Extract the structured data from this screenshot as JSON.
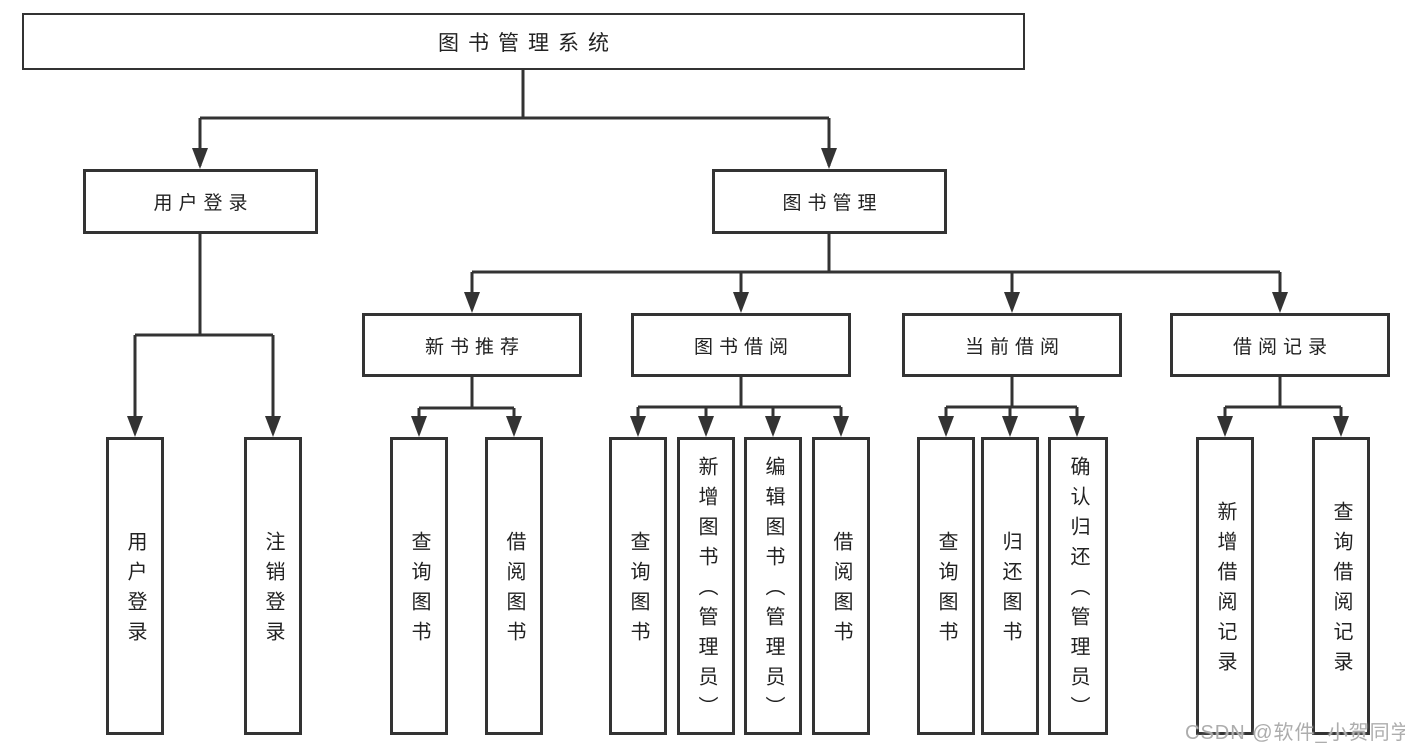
{
  "diagram": {
    "colors": {
      "background": "#ffffff",
      "line": "#333333",
      "text": "#222222",
      "watermark": "#adadad"
    },
    "watermark": "CSDN @软件_小贺同学",
    "nodes": {
      "root": {
        "label": "图书管理系统"
      },
      "level2": {
        "user_login": {
          "label": "用户登录"
        },
        "book_management": {
          "label": "图书管理"
        }
      },
      "level3": {
        "new_book_recommend": {
          "label": "新书推荐"
        },
        "book_borrow": {
          "label": "图书借阅"
        },
        "current_borrow": {
          "label": "当前借阅"
        },
        "borrow_record": {
          "label": "借阅记录"
        }
      },
      "leaves": {
        "user_login": {
          "label": "用户登录"
        },
        "logout": {
          "label": "注销登录"
        },
        "nbr_query_book": {
          "label": "查询图书"
        },
        "nbr_borrow_book": {
          "label": "借阅图书"
        },
        "bb_query_book": {
          "label": "查询图书"
        },
        "bb_add_book": {
          "label": "新增图书（管理员）"
        },
        "bb_edit_book": {
          "label": "编辑图书（管理员）"
        },
        "bb_borrow_book": {
          "label": "借阅图书"
        },
        "cb_query_book": {
          "label": "查询图书"
        },
        "cb_return_book": {
          "label": "归还图书"
        },
        "cb_confirm_return": {
          "label": "确认归还（管理员）"
        },
        "br_add_record": {
          "label": "新增借阅记录"
        },
        "br_query_record": {
          "label": "查询借阅记录"
        }
      }
    }
  }
}
